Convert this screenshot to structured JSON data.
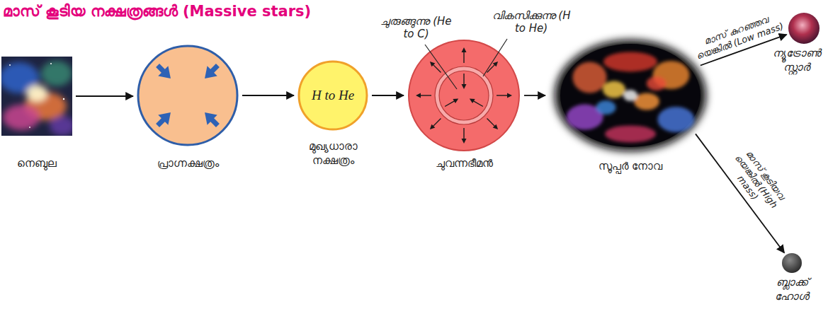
{
  "diagram": {
    "title": "മാസ് കൂടിയ നക്ഷത്രങ്ങൾ (Massive stars)",
    "nodes": [
      {
        "text": [
          "നെബുല"
        ]
      },
      {
        "text": [
          "പ്രാഗ്നക്ഷത്രം"
        ]
      },
      {
        "text": [
          "H to He",
          "മുഖ്യധാരാ നക്ഷത്രം"
        ]
      },
      {
        "text": [
          "ചുവന്നഭീമൻ"
        ]
      },
      {
        "text": [
          "സൂപ്പർ നോവ"
        ]
      },
      {
        "text": [
          "ന്യൂട്രോൺ സ്റ്റാർ"
        ]
      },
      {
        "text": [
          "ബ്ലാക്ക് ഹോൾ"
        ]
      }
    ],
    "edges": [
      {
        "from": 0,
        "to": 1,
        "arrow": "to"
      },
      {
        "from": 1,
        "to": 2,
        "arrow": "to"
      },
      {
        "from": 2,
        "to": 3,
        "arrow": "to"
      },
      {
        "from": 3,
        "to": 4,
        "arrow": "to"
      },
      {
        "from": 4,
        "to": 5,
        "label": "മാസ് കുറഞ്ഞവ യെങ്കിൽ (Low mass)",
        "arrow": "to"
      },
      {
        "from": 4,
        "to": 6,
        "label": "മാസ് കൂടിയവ യെങ്കിൽ (High mass)",
        "arrow": "to"
      }
    ],
    "labels": [
      "ചുരുങ്ങുന്നു (He to C)",
      "വികസിക്കുന്നു (H to He)"
    ]
  }
}
